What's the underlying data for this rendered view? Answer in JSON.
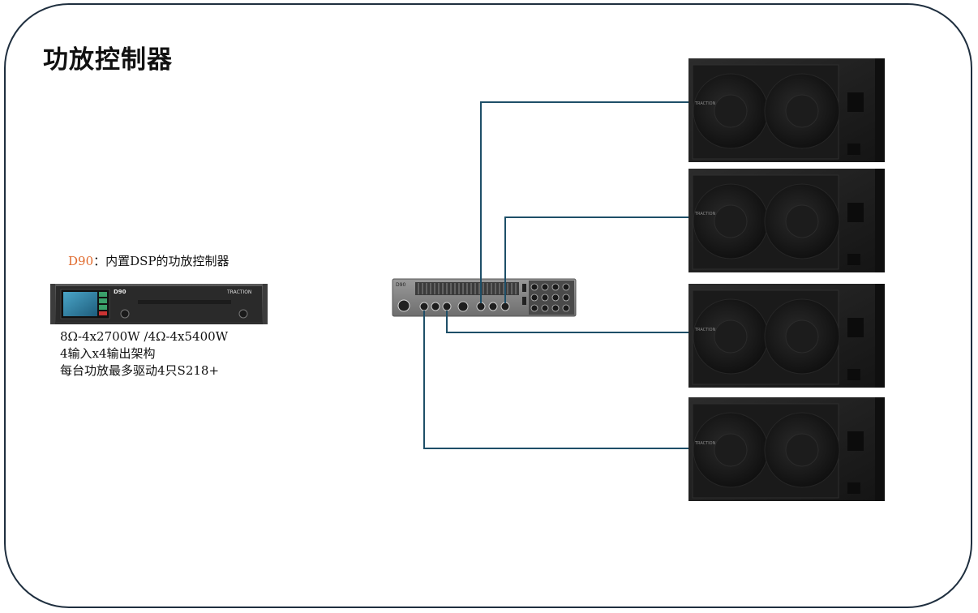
{
  "title": "功放控制器",
  "device": {
    "model": "D90",
    "separator": "：",
    "description": "内置DSP的功放控制器",
    "front_label": "D90",
    "brand": "TRACTION",
    "rear_label": "D90"
  },
  "specs": [
    "8Ω-4x2700W /4Ω-4x5400W",
    "4输入x4输出架构",
    "每台功放最多驱动4只S218+"
  ],
  "speaker_brand": "TRACTION",
  "colors": {
    "frame": "#1f2f3f",
    "cable": "#1e4f68",
    "accent": "#e06a2c",
    "cabinet": "#1b1b1b"
  }
}
